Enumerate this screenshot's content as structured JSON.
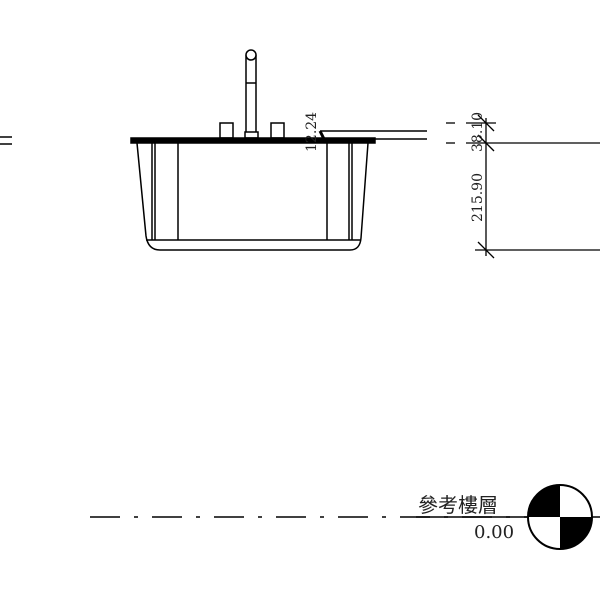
{
  "dimensions": {
    "rim_thickness": "12.24",
    "counter_offset": "38.10",
    "sink_depth": "215.90"
  },
  "level_marker": {
    "name": "參考樓層",
    "elevation": "0.00"
  },
  "colors": {
    "line": "#000000",
    "background": "#ffffff"
  }
}
